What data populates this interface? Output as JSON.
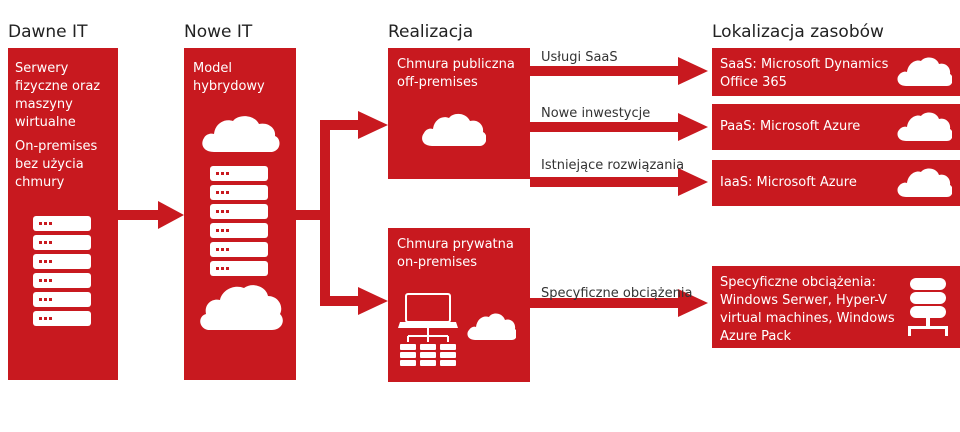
{
  "headers": {
    "old_it": "Dawne IT",
    "new_it": "Nowe IT",
    "realization": "Realizacja",
    "resource_location": "Lokalizacja zasobów"
  },
  "old_it": {
    "line1": "Serwery",
    "line2": "fizyczne oraz",
    "line3": "maszyny",
    "line4": "wirtualne",
    "line5": "On-premises",
    "line6": "bez użycia",
    "line7": "chmury"
  },
  "new_it": {
    "line1": "Model",
    "line2": "hybrydowy"
  },
  "public_cloud": {
    "line1": "Chmura publiczna",
    "line2": "off-premises"
  },
  "private_cloud": {
    "line1": "Chmura prywatna",
    "line2": "on-premises"
  },
  "arrows": {
    "saas": "Usługi SaaS",
    "new_investments": "Nowe inwestycje",
    "existing": "Istniejące rozwiązania",
    "specific": "Specyficzne obciążenia"
  },
  "destinations": {
    "saas_line1": "SaaS: Microsoft Dynamics",
    "saas_line2": "Office 365",
    "paas": "PaaS: Microsoft Azure",
    "iaas": "IaaS: Microsoft Azure",
    "specific_line1": "Specyficzne obciążenia:",
    "specific_line2": "Windows Serwer, Hyper-V",
    "specific_line3": "virtual machines, Windows",
    "specific_line4": "Azure Pack"
  },
  "colors": {
    "brand_red": "#c8191f",
    "text": "#222222",
    "white": "#ffffff"
  },
  "icons": [
    "server-stack-icon",
    "cloud-icon",
    "laptop-icon",
    "database-icon"
  ]
}
